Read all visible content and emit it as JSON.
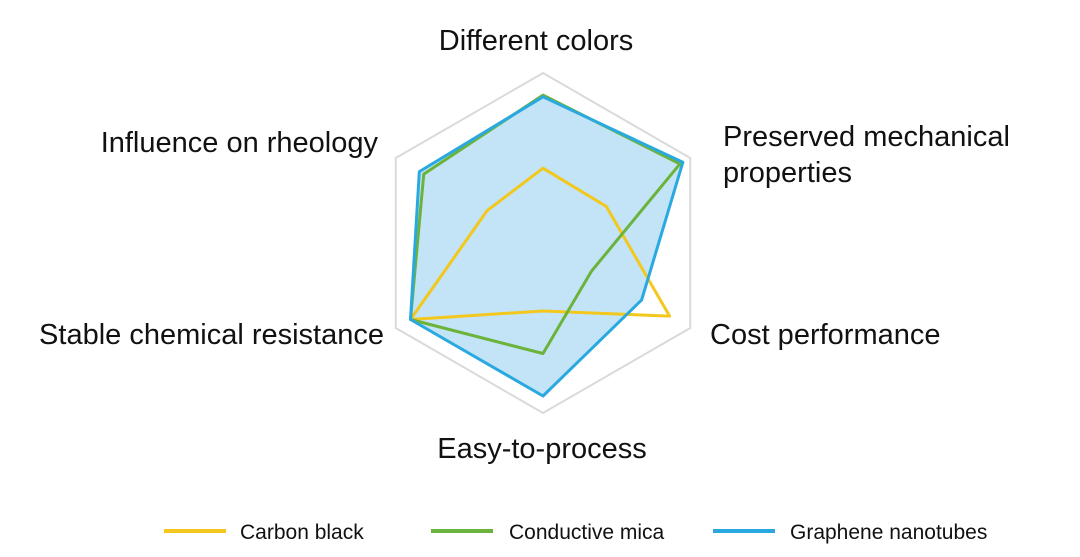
{
  "chart_data": {
    "type": "radar",
    "title": "",
    "axes": [
      "Different colors",
      "Preserved mechanical properties",
      "Cost performance",
      "Easy-to-process",
      "Stable chemical resistance",
      "Influence on rheology"
    ],
    "axis_label_lines": [
      [
        "Different colors"
      ],
      [
        "Preserved mechanical",
        "properties"
      ],
      [
        "Cost performance"
      ],
      [
        "Easy-to-process"
      ],
      [
        "Stable chemical resistance"
      ],
      [
        "Influence on rheology"
      ]
    ],
    "range": [
      0,
      1
    ],
    "grid": true,
    "grid_levels": [
      1.0
    ],
    "legend_position": "bottom",
    "series": [
      {
        "name": "Carbon black",
        "color": "#F2C81E",
        "fill": false,
        "values": [
          0.44,
          0.43,
          0.86,
          0.4,
          0.9,
          0.38
        ]
      },
      {
        "name": "Conductive mica",
        "color": "#6BB33A",
        "fill": false,
        "values": [
          0.87,
          0.93,
          0.33,
          0.65,
          0.9,
          0.81
        ]
      },
      {
        "name": "Graphene nanotubes",
        "color": "#2AA9E0",
        "fill": true,
        "fill_color": "#C3E3F7",
        "values": [
          0.86,
          0.95,
          0.67,
          0.9,
          0.9,
          0.84
        ]
      }
    ]
  }
}
